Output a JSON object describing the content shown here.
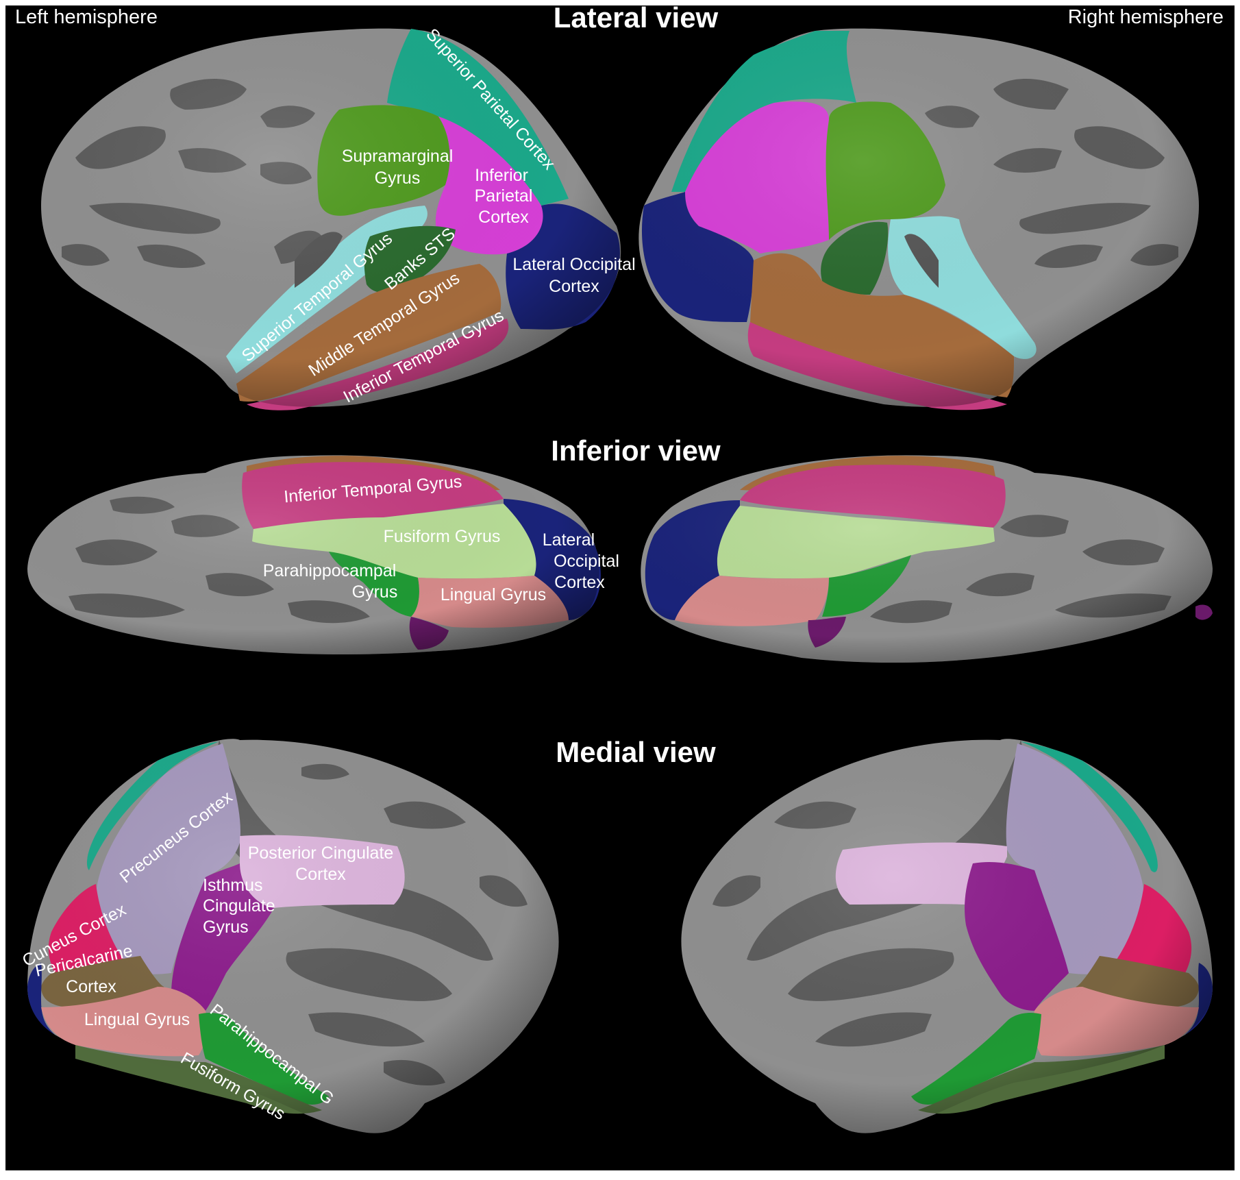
{
  "header": {
    "left_hemisphere": "Left hemisphere",
    "right_hemisphere": "Right hemisphere"
  },
  "views": {
    "lateral": {
      "title": "Lateral view"
    },
    "inferior": {
      "title": "Inferior view"
    },
    "medial": {
      "title": "Medial view"
    }
  },
  "labels": {
    "lateral": {
      "superior_parietal": "Superior Parietal Cortex",
      "supramarginal_1": "Supramarginal",
      "supramarginal_2": "Gyrus",
      "inferior_parietal_1": "Inferior",
      "inferior_parietal_2": "Parietal",
      "inferior_parietal_3": "Cortex",
      "superior_temporal": "Superior Temporal Gyrus",
      "banks_sts": "Banks STS",
      "middle_temporal": "Middle Temporal Gyrus",
      "inferior_temporal": "Inferior Temporal Gyrus",
      "lateral_occipital_1": "Lateral Occipital",
      "lateral_occipital_2": "Cortex"
    },
    "inferior": {
      "inferior_temporal": "Inferior Temporal Gyrus",
      "fusiform": "Fusiform Gyrus",
      "lateral_occipital_1": "Lateral",
      "lateral_occipital_2": "Occipital",
      "lateral_occipital_3": "Cortex",
      "parahippocampal_1": "Parahippocampal",
      "parahippocampal_2": "Gyrus",
      "lingual": "Lingual Gyrus"
    },
    "medial": {
      "precuneus": "Precuneus Cortex",
      "posterior_cingulate_1": "Posterior Cingulate",
      "posterior_cingulate_2": "Cortex",
      "isthmus_1": "Isthmus",
      "isthmus_2": "Cingulate",
      "isthmus_3": "Gyrus",
      "cuneus": "Cuneus Cortex",
      "pericalcarine_1": "Pericalcarine",
      "pericalcarine_2": "Cortex",
      "lingual": "Lingual Gyrus",
      "parahippocampal": "Parahippocampal G",
      "fusiform": "Fusiform Gyrus"
    }
  },
  "colors": {
    "background": "#000000",
    "cortex_light": "#8f8f8f",
    "cortex_dark": "#5c5c5c",
    "superior_parietal": "#1ba88a",
    "supramarginal": "#4f9a1e",
    "inferior_parietal": "#d63fd6",
    "superior_temporal": "#8fdcdc",
    "banks_sts": "#2a6a2e",
    "middle_temporal": "#a46b3c",
    "inferior_temporal": "#c43c80",
    "lateral_occipital": "#1a237a",
    "fusiform": "#b7dc96",
    "parahippocampal": "#1f9a34",
    "lingual": "#d58a8a",
    "precuneus": "#a598bd",
    "posterior_cingulate": "#dcb4dc",
    "isthmus_cingulate": "#8c1c8c",
    "cuneus": "#dc1e64",
    "pericalcarine": "#7a6540",
    "entorhinal": "#6a1a6a"
  }
}
